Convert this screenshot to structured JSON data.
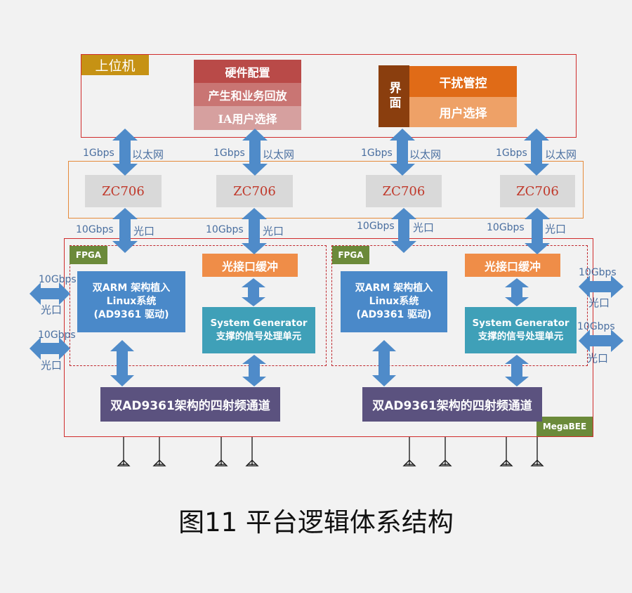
{
  "host": {
    "title": "上位机",
    "stack_left": [
      "硬件配置",
      "产生和业务回放",
      "IA用户选择"
    ],
    "interface_label": "界面",
    "stack_right": [
      "干扰管控",
      "用户选择"
    ]
  },
  "links": {
    "ethernet_speed": "1Gbps",
    "ethernet_label": "以太网",
    "optical_speed": "10Gbps",
    "optical_label": "光口"
  },
  "zc706": [
    "ZC706",
    "ZC706",
    "ZC706",
    "ZC706"
  ],
  "fpga_blocks": [
    {
      "tag": "FPGA",
      "arm_line1": "双ARM 架构植入",
      "arm_line2": "Linux系统",
      "arm_line3": "(AD9361 驱动)",
      "buffer": "光接口缓冲",
      "sysgen_line1": "System Generator",
      "sysgen_line2": "支撑的信号处理单元",
      "rf": "双AD9361架构的四射频通道"
    },
    {
      "tag": "FPGA",
      "arm_line1": "双ARM 架构植入",
      "arm_line2": "Linux系统",
      "arm_line3": "(AD9361 驱动)",
      "buffer": "光接口缓冲",
      "sysgen_line1": "System Generator",
      "sysgen_line2": "支撑的信号处理单元",
      "rf": "双AD9361架构的四射频通道"
    }
  ],
  "board_tag": "MegaBEE",
  "caption": "图11 平台逻辑体系结构",
  "colors": {
    "frame_red": "#d02c2c",
    "frame_orange": "#e58a3a",
    "arrow_blue": "#4f8bc9",
    "host_tag": "#c69214",
    "stack_1": "#b94a48",
    "stack_2": "#c97573",
    "stack_3": "#d6a09f",
    "interface": "#8a3e0e",
    "orange_1": "#e06b17",
    "orange_2": "#eea167",
    "zc706_bg": "#d9d9d9",
    "zc706_text": "#c0392b",
    "fpga_tag": "#6b8a3a",
    "arm_box": "#4a89c9",
    "buffer_box": "#ef8d48",
    "sysgen_box": "#3fa0b8",
    "rf_box": "#5b527f"
  }
}
